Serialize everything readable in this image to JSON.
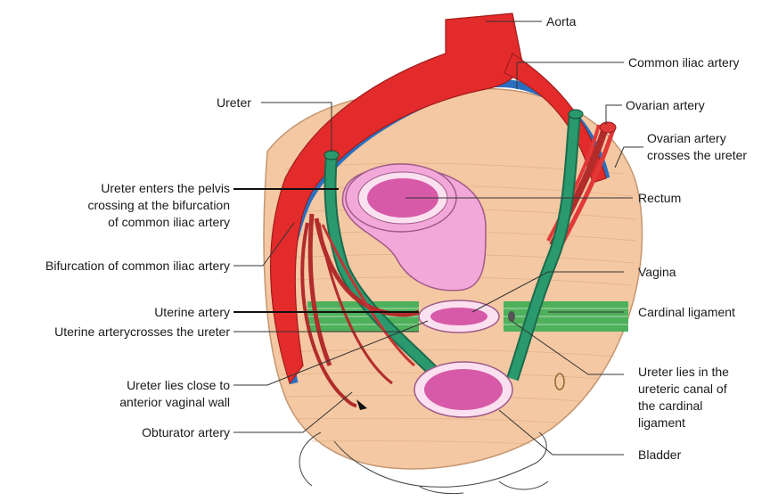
{
  "labels": {
    "aorta": "Aorta",
    "common_iliac": "Common iliac artery",
    "ovarian_artery": "Ovarian artery",
    "ovarian_crosses_1": "Ovarian artery",
    "ovarian_crosses_2": "crosses the ureter",
    "ureter": "Ureter",
    "enters_1": "Ureter enters the pelvis",
    "enters_2": "crossing at the bifurcation",
    "enters_3": "of common iliac artery",
    "rectum": "Rectum",
    "bifurcation": "Bifurcation of common iliac artery",
    "vagina": "Vagina",
    "uterine_artery": "Uterine artery",
    "cardinal": "Cardinal ligament",
    "uterine_crosses": "Uterine arterycrosses the ureter",
    "close_1": "Ureter lies close to",
    "close_2": "anterior vaginal wall",
    "canal_1": "Ureter lies in the",
    "canal_2": "ureteric canal of",
    "canal_3": "the cardinal",
    "canal_4": "ligament",
    "obturator": "Obturator artery",
    "bladder": "Bladder"
  },
  "colors": {
    "artery": "#e42b2b",
    "vein": "#2a6fbf",
    "ureter": "#2a9a6e",
    "muscle": "#f4c8a2",
    "rectum_outer": "#f2a8d8",
    "organ_inner": "#d65aa8",
    "cardinal": "#3fae55",
    "vessel_dark": "#b22c2c"
  }
}
